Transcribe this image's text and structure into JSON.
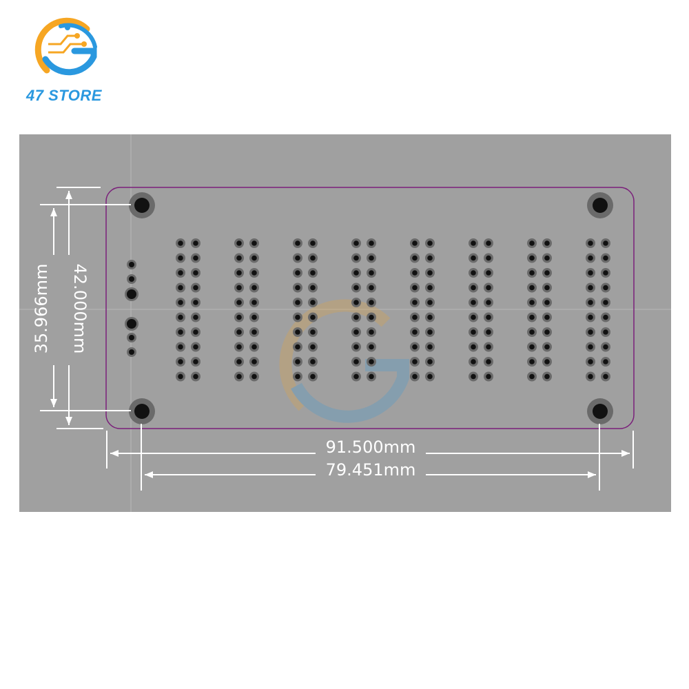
{
  "brand": {
    "name": "47 STORE",
    "colors": {
      "orange": "#f6a623",
      "blue": "#2a98df"
    }
  },
  "dimensions": {
    "board_width": "91.500mm",
    "hole_spacing_x": "79.451mm",
    "board_height": "42.000mm",
    "hole_spacing_y": "35.966mm"
  },
  "board": {
    "background_color": "#a0a0a0",
    "outline_color": "#7a1f7a",
    "pad_color": "#6a6a6a",
    "hole_color": "#111111",
    "header_columns": 8,
    "header_pins_per_column": 2,
    "header_rows": 10,
    "side_pins": 6
  }
}
